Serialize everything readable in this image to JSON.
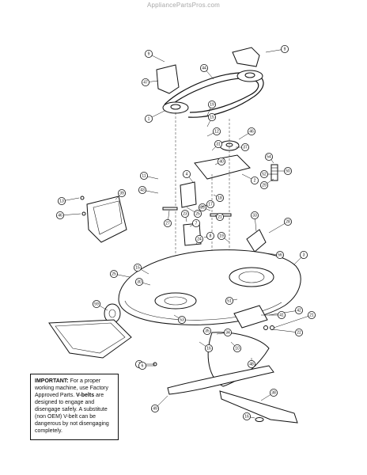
{
  "watermark": "AppliancePartsPros.com",
  "notice": {
    "lead": "IMPORTANT:",
    "text1": " For a proper working machine, use Factory Approved Parts. ",
    "vbelts": "V-belts",
    "text2": " are designed to engage and disengage safely. A substitute (non OEM) V-belt can be dangerous by not disengaging completely."
  },
  "callouts": [
    {
      "label": "9"
    },
    {
      "label": "9"
    },
    {
      "label": "47"
    },
    {
      "label": "44"
    },
    {
      "label": "1"
    },
    {
      "label": "19"
    },
    {
      "label": "15"
    },
    {
      "label": "12"
    },
    {
      "label": "46"
    },
    {
      "label": "31"
    },
    {
      "label": "37"
    },
    {
      "label": "40"
    },
    {
      "label": "54"
    },
    {
      "label": "50"
    },
    {
      "label": "11"
    },
    {
      "label": "4"
    },
    {
      "label": "2"
    },
    {
      "label": "52"
    },
    {
      "label": "29"
    },
    {
      "label": "13"
    },
    {
      "label": "39"
    },
    {
      "label": "43"
    },
    {
      "label": "18"
    },
    {
      "label": "26"
    },
    {
      "label": "46"
    },
    {
      "label": "17"
    },
    {
      "label": "23"
    },
    {
      "label": "21"
    },
    {
      "label": "27"
    },
    {
      "label": "25"
    },
    {
      "label": "7"
    },
    {
      "label": "33"
    },
    {
      "label": "28"
    },
    {
      "label": "24"
    },
    {
      "label": "8"
    },
    {
      "label": "19"
    },
    {
      "label": "56"
    },
    {
      "label": "3"
    },
    {
      "label": "15"
    },
    {
      "label": "25"
    },
    {
      "label": "30"
    },
    {
      "label": "51"
    },
    {
      "label": "59"
    },
    {
      "label": "53"
    },
    {
      "label": "35"
    },
    {
      "label": "42"
    },
    {
      "label": "41"
    },
    {
      "label": "21"
    },
    {
      "label": "22"
    },
    {
      "label": "34"
    },
    {
      "label": "10"
    },
    {
      "label": "16"
    },
    {
      "label": "7"
    },
    {
      "label": "6"
    },
    {
      "label": "48"
    },
    {
      "label": "38"
    },
    {
      "label": "16"
    },
    {
      "label": "49"
    }
  ]
}
